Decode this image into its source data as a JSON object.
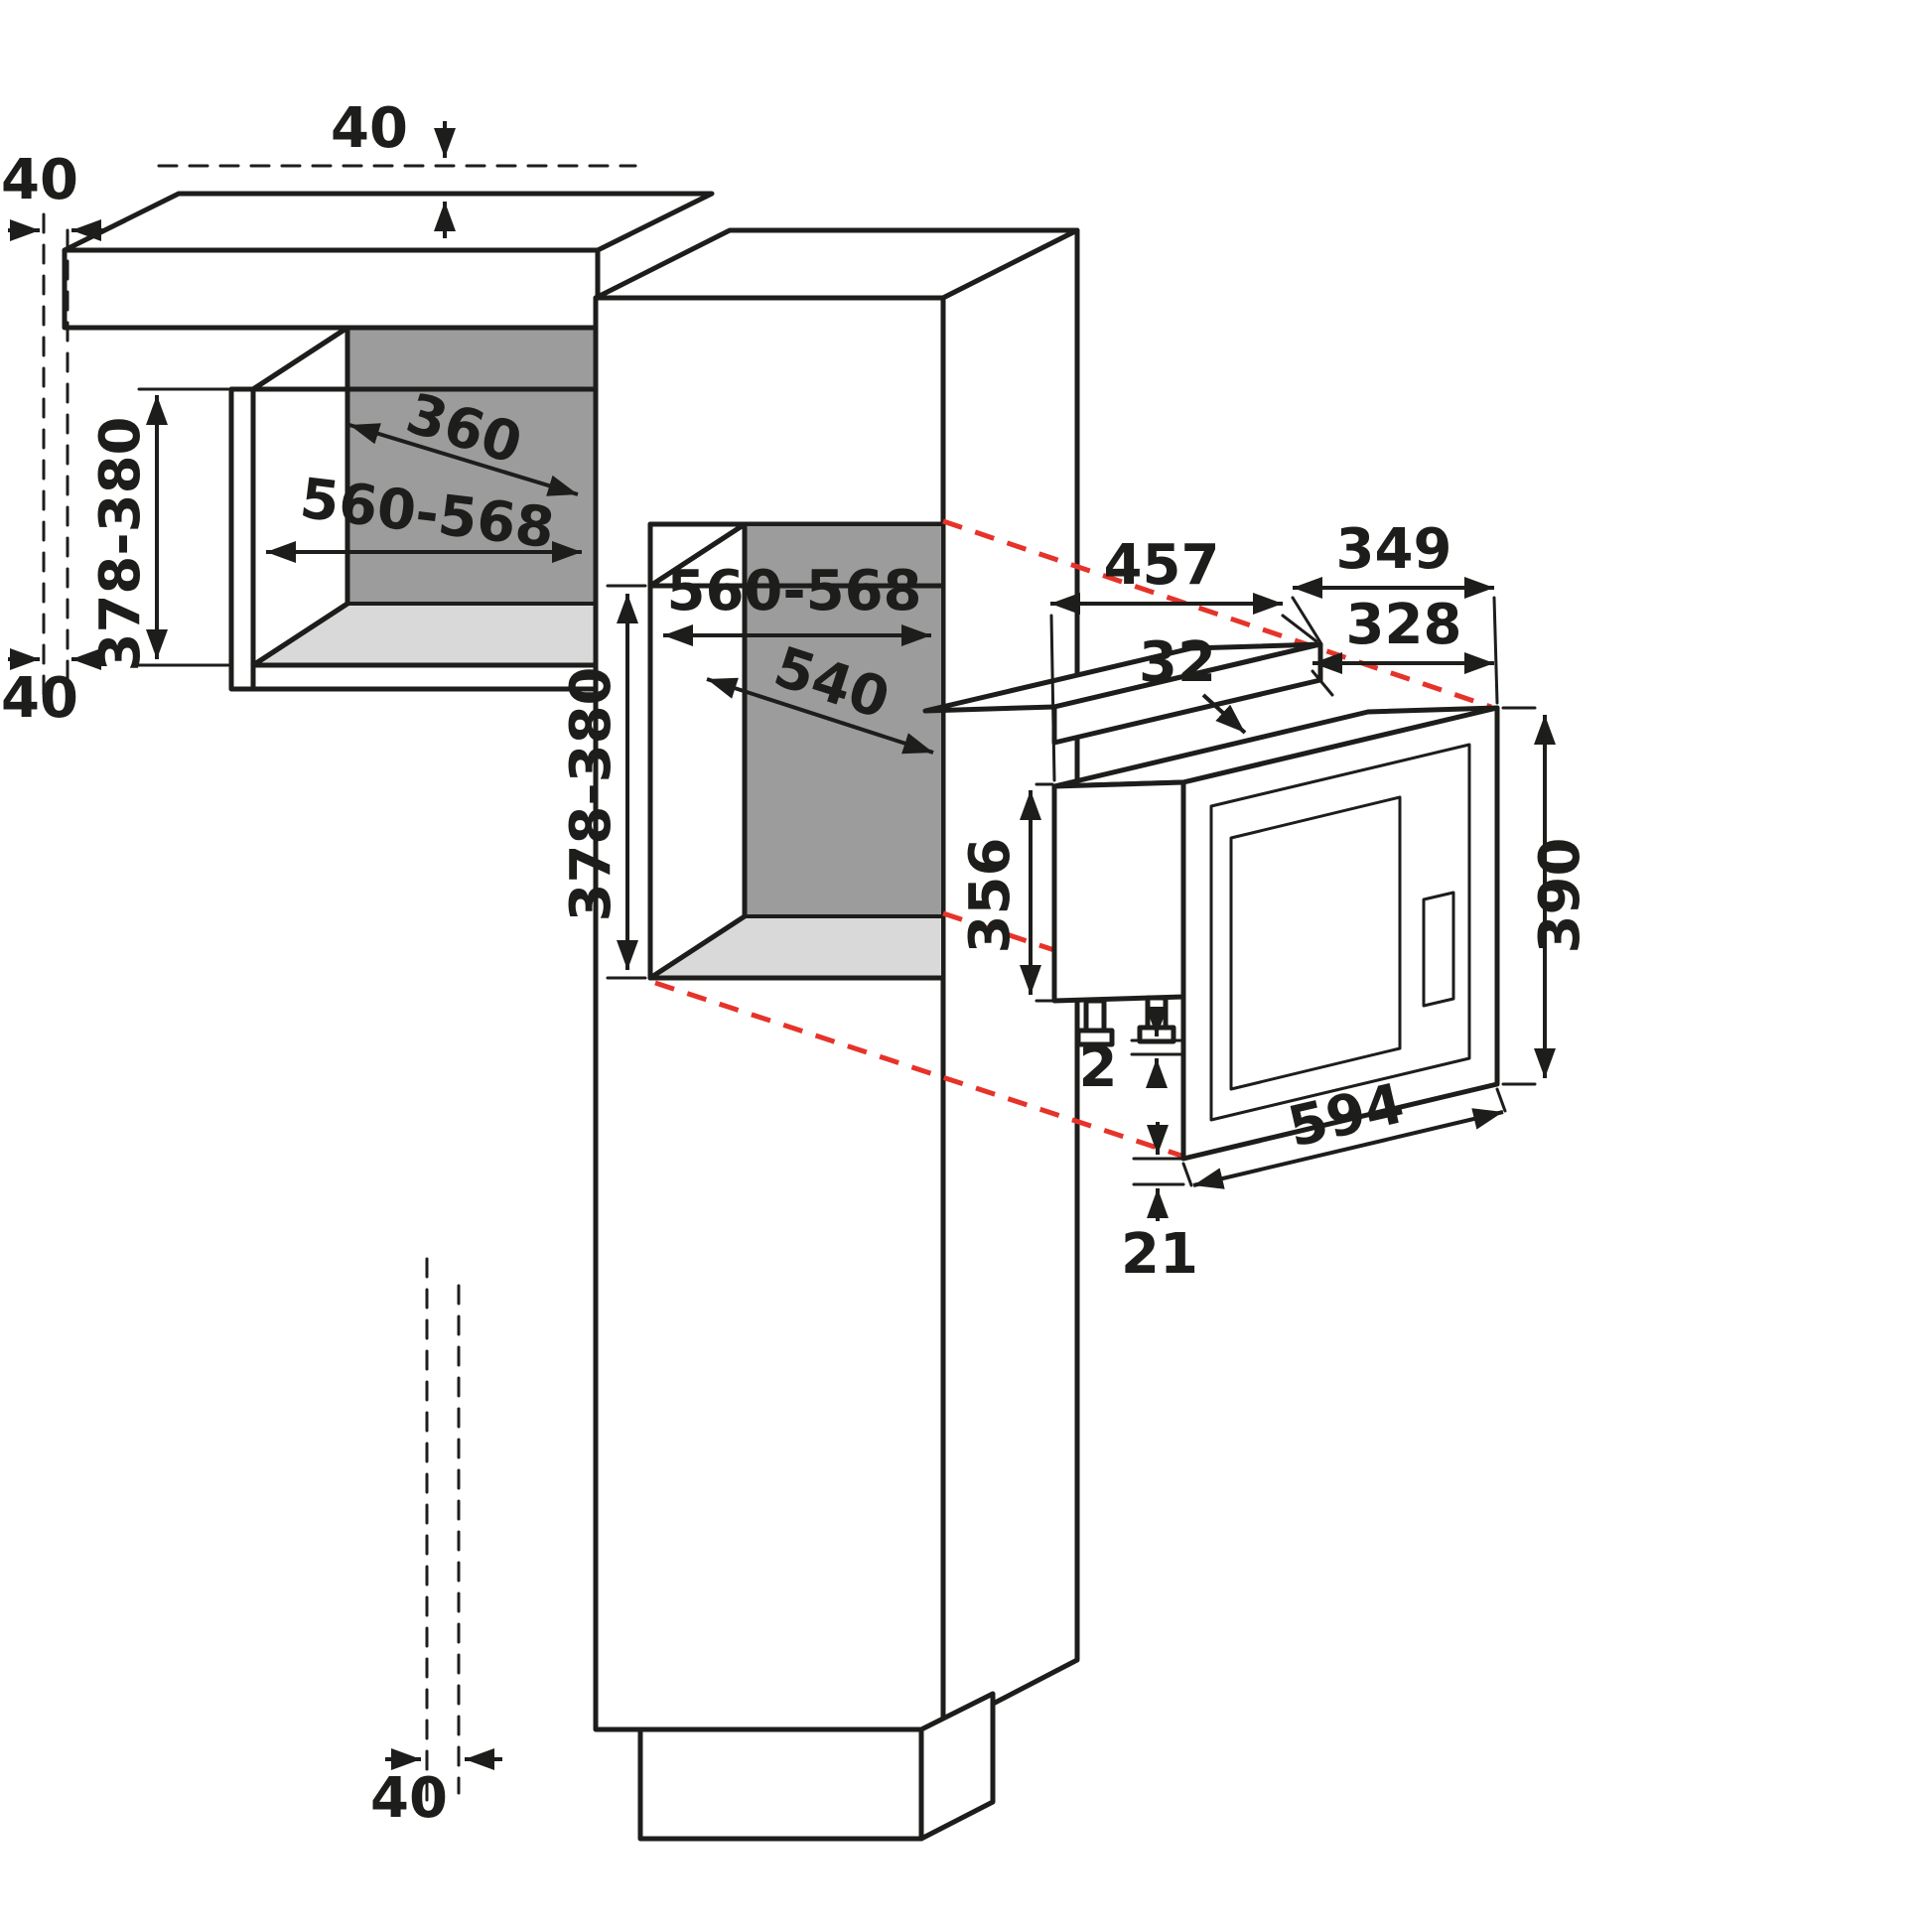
{
  "diagram": {
    "title": "Built-in microwave oven installation dimensions",
    "colors": {
      "line": "#1d1d1b",
      "accent_red": "#e6332a",
      "niche_back_panel": "#9c9c9c",
      "niche_bottom_panel": "#d9d9d9",
      "background": "#ffffff"
    },
    "wall_cabinet": {
      "clearance_back_top": "40",
      "clearance_left_top": "40",
      "clearance_left_bottom": "40",
      "niche_depth": "360",
      "niche_width": "560-568",
      "niche_height": "378-380"
    },
    "tall_cabinet": {
      "clearance_back_bottom": "40",
      "niche_width": "560-568",
      "niche_depth": "540",
      "niche_height": "378-380"
    },
    "microwave": {
      "depth_overall": "457",
      "width_top_outer": "349",
      "width_top_inner": "328",
      "clearance_top": "32",
      "height_body": "356",
      "height_door": "390",
      "foot_gap": "2",
      "door_width": "594",
      "door_bottom_offset": "21"
    }
  }
}
